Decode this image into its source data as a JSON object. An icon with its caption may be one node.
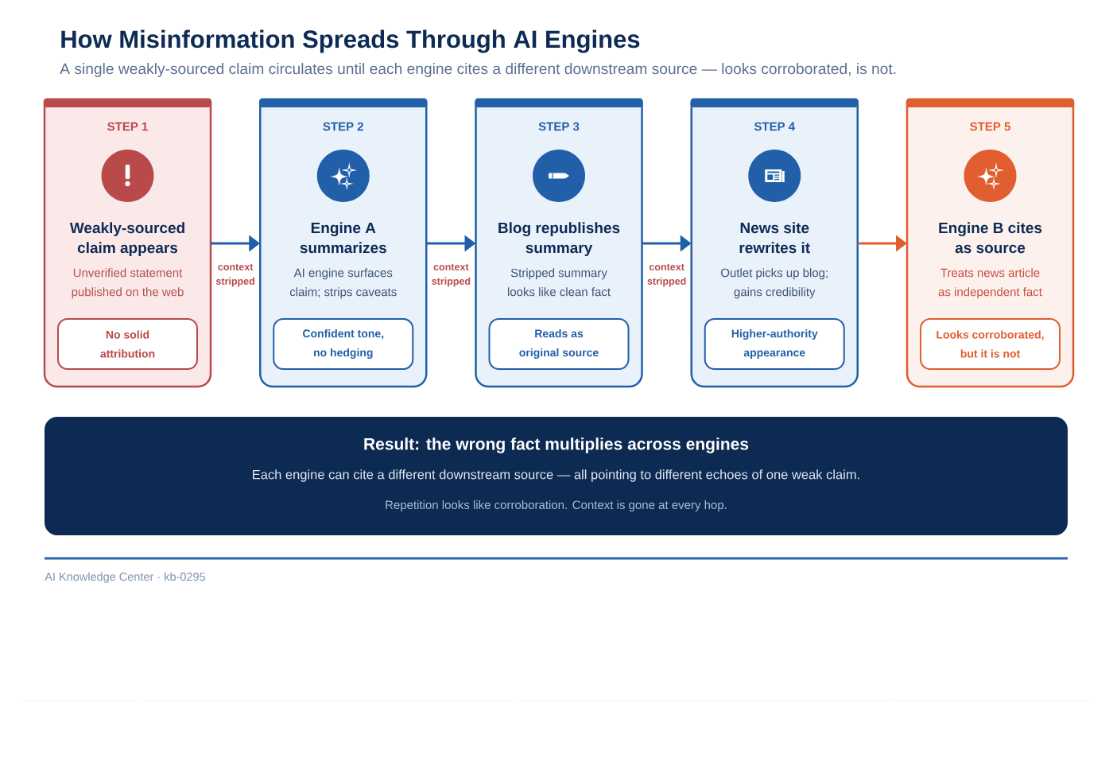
{
  "diagram": {
    "title": "How Misinformation Spreads Through AI Engines",
    "nodes": [
      {
        "text": [
          "STEP 1",
          "Weakly-sourced claim appears",
          "Unverified statement published on the web"
        ]
      },
      {
        "text": [
          "No solid attribution"
        ],
        "in": 0
      },
      {
        "text": [
          "STEP 2",
          "Engine A summarizes",
          "AI engine surfaces claim; strips caveats"
        ]
      },
      {
        "text": [
          "Confident tone, no hedging"
        ],
        "in": 2
      },
      {
        "text": [
          "STEP 3",
          "Blog republishes summary",
          "Stripped summary looks like clean fact"
        ]
      },
      {
        "text": [
          "Reads as original source"
        ],
        "in": 4
      },
      {
        "text": [
          "STEP 4",
          "News site rewrites it",
          "Outlet picks up blog; gains credibility"
        ]
      },
      {
        "text": [
          "Higher-authority appearance"
        ],
        "in": 6
      },
      {
        "text": [
          "STEP 5",
          "Engine B cites as source",
          "Treats news article as independent fact"
        ]
      },
      {
        "text": [
          "Looks corroborated, but it is not"
        ],
        "in": 8
      },
      {
        "text": [
          "Result: the wrong fact multiplies across engines",
          "Each engine can cite a different downstream source — all pointing to different echoes of one weak claim.",
          "Repetition looks like corroboration. Context is gone at every hop."
        ]
      }
    ],
    "edges": [
      {
        "from": 0,
        "to": 2,
        "arrow": "to",
        "label": "context stripped"
      },
      {
        "from": 2,
        "to": 4,
        "arrow": "to",
        "label": "context stripped"
      },
      {
        "from": 4,
        "to": 6,
        "arrow": "to",
        "label": "context stripped"
      },
      {
        "from": 6,
        "to": 8,
        "arrow": "to",
        "color": "#e05e30"
      }
    ],
    "labels": [
      "A single weakly-sourced claim circulates until each engine cites a different downstream source — looks corroborated, is not.",
      "AI Knowledge Center · kb-0295"
    ]
  }
}
